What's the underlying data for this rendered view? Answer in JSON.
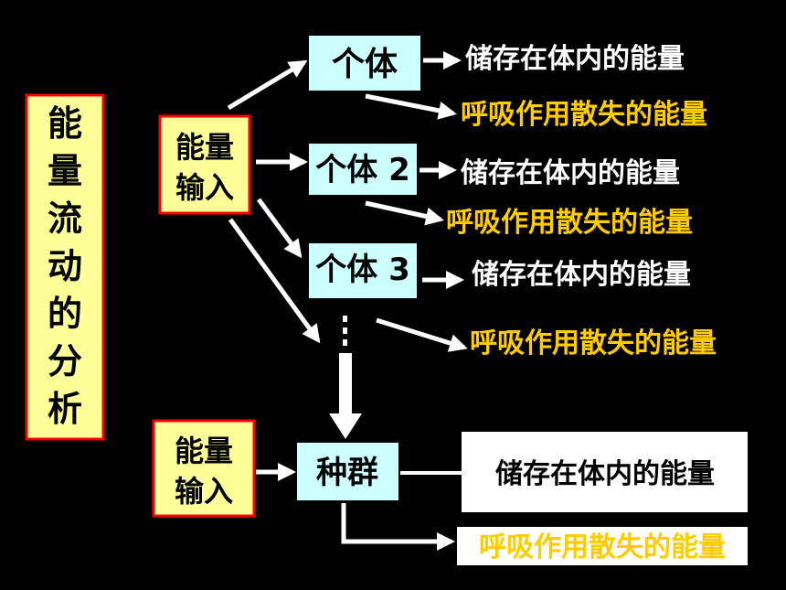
{
  "title_vertical": [
    "能",
    "量",
    "流",
    "动",
    "的",
    "分",
    "析"
  ],
  "energy_input_top": [
    "能量",
    "输入"
  ],
  "energy_input_bottom": [
    "能量",
    "输入"
  ],
  "individuals": [
    {
      "label": "个体",
      "stored": "储存在体内的能量",
      "respired": "呼吸作用散失的能量"
    },
    {
      "label": "个体 2",
      "stored": "储存在体内的能量",
      "respired": "呼吸作用散失的能量"
    },
    {
      "label": "个体 3",
      "stored": "储存在体内的能量",
      "respired": "呼吸作用散失的能量"
    }
  ],
  "population": {
    "label": "种群",
    "stored": "储存在体内的能量",
    "respired": "呼吸作用散失的能量"
  },
  "colors": {
    "background": "#000000",
    "node_fill": "#ccffff",
    "input_fill": "#ffff99",
    "input_border": "#ff0000",
    "respired_text": "#ffcc00",
    "stored_text": "#ffffff"
  }
}
